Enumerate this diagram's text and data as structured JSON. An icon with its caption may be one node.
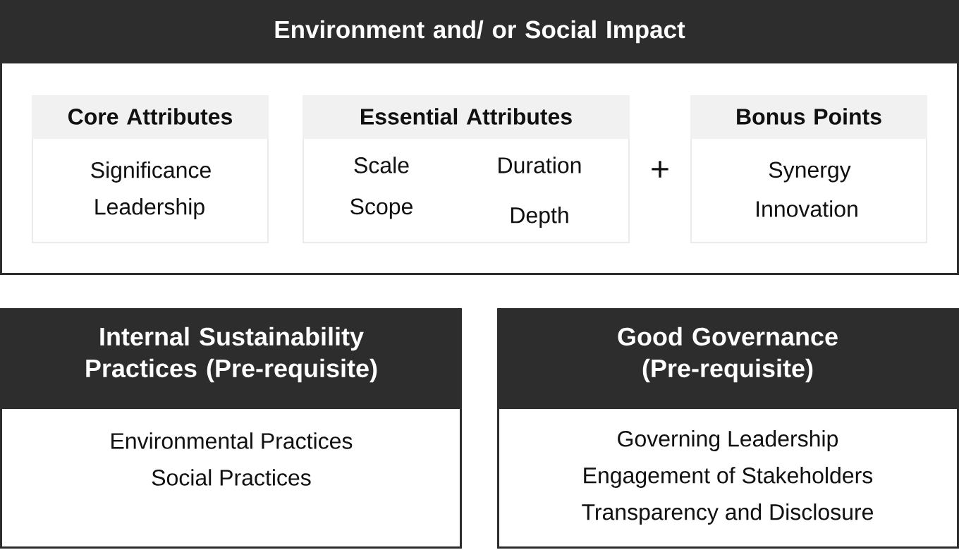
{
  "diagram": {
    "nodes": [
      {
        "text": [
          "Environment and/ or Social Impact"
        ]
      },
      {
        "text": [
          "Core Attributes",
          "Significance",
          "Leadership"
        ],
        "in": 0
      },
      {
        "text": [
          "Essential Attributes",
          "Scale",
          "Duration",
          "Scope",
          "Depth"
        ],
        "in": 0
      },
      {
        "text": [
          "Bonus Points",
          "Synergy",
          "Innovation"
        ],
        "in": 0
      },
      {
        "text": [
          "Internal Sustainability Practices (Pre-requisite)",
          "Environmental Practices",
          "Social Practices"
        ]
      },
      {
        "text": [
          "Good Governance (Pre-requisite)",
          "Governing Leadership",
          "Engagement of Stakeholders",
          "Transparency and Disclosure"
        ]
      }
    ],
    "labels": [
      "+"
    ]
  }
}
